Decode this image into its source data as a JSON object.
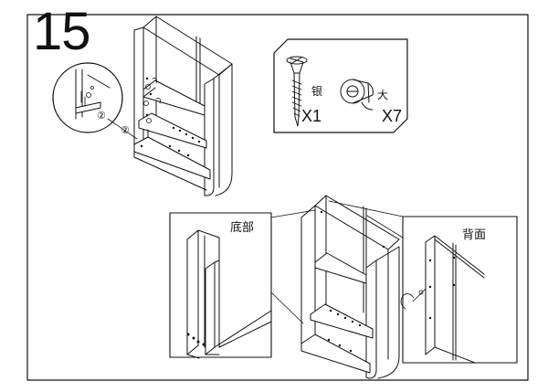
{
  "step_number": "15",
  "hardware": {
    "screw_label": "银",
    "screw_qty": "X1",
    "cam_label": "大",
    "cam_qty": "X7"
  },
  "callouts": {
    "bottom_label": "底部",
    "back_label": "背面",
    "marker_a": "②",
    "marker_b": "②"
  }
}
